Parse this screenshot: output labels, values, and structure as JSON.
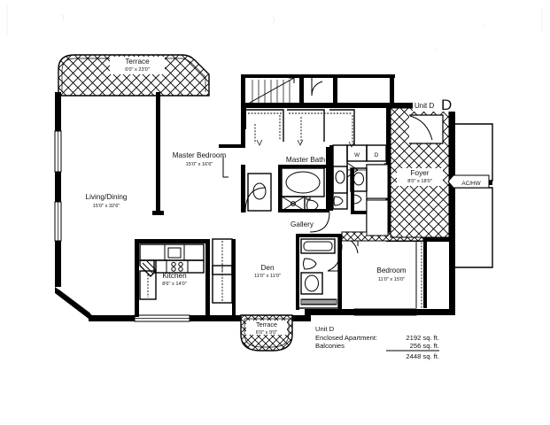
{
  "document": {
    "type": "architectural-floor-plan",
    "unit_label_top": "Unit D",
    "unit_letter": "D"
  },
  "rooms": [
    {
      "id": "terrace-top",
      "name": "Terrace",
      "dimensions": "6'0\" x 23'0\"",
      "hatch": "diamond"
    },
    {
      "id": "master-bedroom",
      "name": "Master Bedroom",
      "dimensions": "15'0\" x 16'6\"",
      "hatch": "none"
    },
    {
      "id": "living-dining",
      "name": "Living/Dining",
      "dimensions": "15'0\" x 32'6\"",
      "hatch": "none"
    },
    {
      "id": "master-bath",
      "name": "Master Bath",
      "dimensions": "",
      "hatch": "none"
    },
    {
      "id": "gallery",
      "name": "Gallery",
      "dimensions": "",
      "hatch": "none"
    },
    {
      "id": "foyer",
      "name": "Foyer",
      "dimensions": "8'0\" x 18'0\"",
      "hatch": "diamond"
    },
    {
      "id": "kitchen",
      "name": "Kitchen",
      "dimensions": "8'6\" x 14'0\"",
      "hatch": "none"
    },
    {
      "id": "den",
      "name": "Den",
      "dimensions": "11'0\" x 11'0\"",
      "hatch": "none"
    },
    {
      "id": "bedroom",
      "name": "Bedroom",
      "dimensions": "11'0\" x 15'0\"",
      "hatch": "none"
    },
    {
      "id": "terrace-bottom",
      "name": "Terrace",
      "dimensions": "6'0\" x 9'0\"",
      "hatch": "diamond"
    }
  ],
  "appliances": {
    "washer": "W",
    "dryer": "D"
  },
  "closets": {
    "ac_hw": "AC/HW"
  },
  "area_summary": {
    "unit": "Unit D",
    "rows": [
      {
        "label": "Enclosed Apartment:",
        "value": "2192 sq. ft."
      },
      {
        "label": "Balconies",
        "value": "256 sq. ft."
      }
    ],
    "total": "2448 sq. ft."
  },
  "colors": {
    "wall": "#000000",
    "paper": "#ffffff",
    "ink": "#111111"
  }
}
